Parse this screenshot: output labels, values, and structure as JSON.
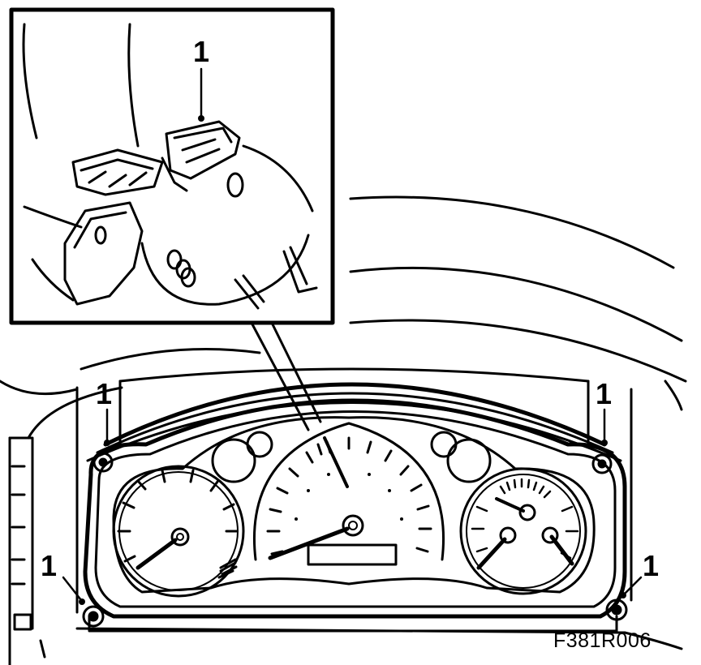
{
  "callouts": {
    "inset": "1",
    "top_left": "1",
    "top_right": "1",
    "bottom_left": "1",
    "bottom_right": "1"
  },
  "figure_code": "F381R006",
  "colors": {
    "line": "#000000",
    "background": "#ffffff"
  }
}
